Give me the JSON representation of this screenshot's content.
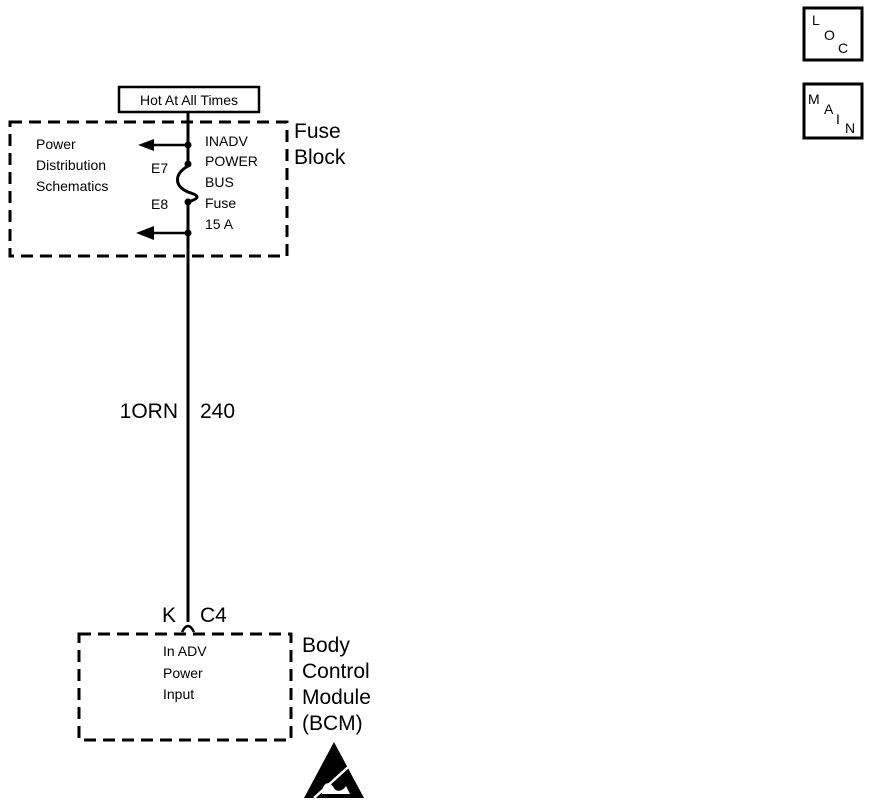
{
  "hot_label": "Hot At All Times",
  "fuse_block": {
    "title_line1": "Fuse",
    "title_line2": "Block",
    "left_text": [
      "Power",
      "Distribution",
      "Schematics"
    ],
    "connector_top": "E7",
    "connector_bottom": "E8",
    "fuse_text": [
      "INADV",
      "POWER",
      "BUS",
      "Fuse",
      "15 A"
    ]
  },
  "wire": {
    "color": "1ORN",
    "circuit": "240"
  },
  "connector": {
    "pin": "K",
    "id": "C4"
  },
  "bcm": {
    "inner_text": [
      "In ADV",
      "Power",
      "Input"
    ],
    "title": [
      "Body",
      "Control",
      "Module",
      "(BCM)"
    ]
  },
  "nav": {
    "loc": {
      "l": "L",
      "o": "O",
      "c": "C"
    },
    "main": {
      "m": "M",
      "a": "A",
      "i": "I",
      "n": "N"
    }
  }
}
